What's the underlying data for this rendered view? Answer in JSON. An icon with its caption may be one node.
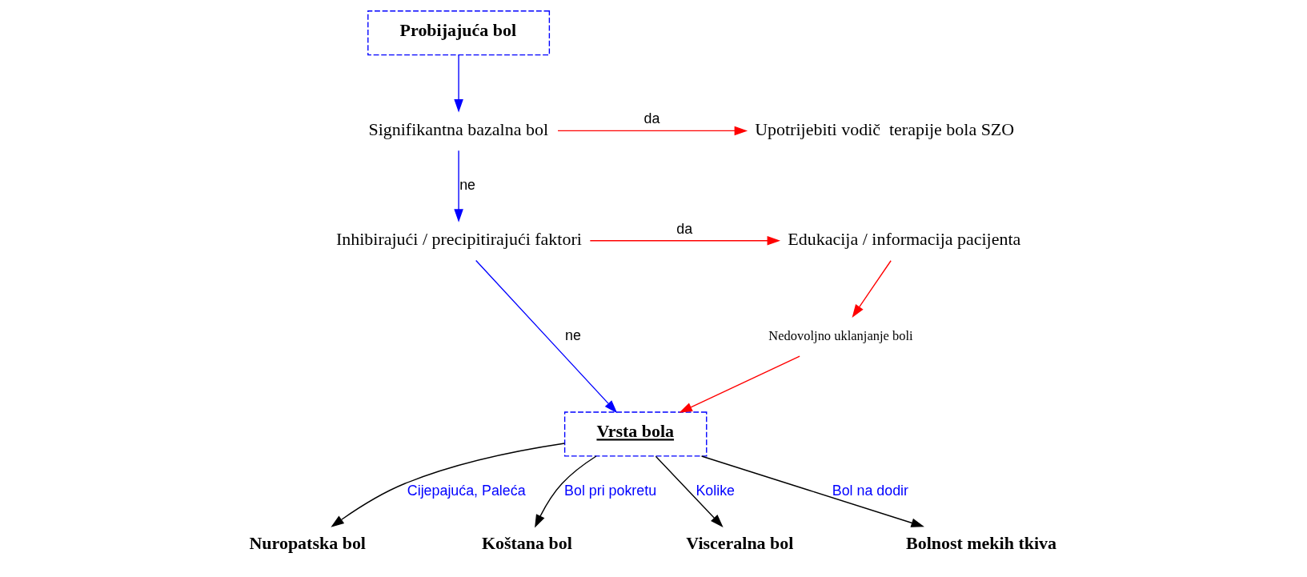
{
  "diagram": {
    "nodes": [
      {
        "text": [
          "Probijajuća bol"
        ]
      },
      {
        "text": [
          "Signifikantna bazalna bol"
        ]
      },
      {
        "text": [
          "Upotrijebiti vodič  terapije bola SZO"
        ]
      },
      {
        "text": [
          "Inhibirajući / precipitirajući faktori"
        ]
      },
      {
        "text": [
          "Edukacija / informacija pacijenta"
        ]
      },
      {
        "text": [
          "Nedovoljno uklanjanje boli"
        ]
      },
      {
        "text": [
          "Vrsta bola"
        ]
      },
      {
        "text": [
          "Nuropatska bol"
        ]
      },
      {
        "text": [
          "Koštana bol"
        ]
      },
      {
        "text": [
          "Visceralna bol"
        ]
      },
      {
        "text": [
          "Bolnost mekih tkiva"
        ]
      }
    ],
    "edges": [
      {
        "from": 0,
        "to": 1,
        "arrow": "to",
        "color": "#0000ff"
      },
      {
        "from": 1,
        "to": 2,
        "arrow": "to",
        "label": "da",
        "color": "#ff0000"
      },
      {
        "from": 1,
        "to": 3,
        "arrow": "to",
        "label": "ne",
        "color": "#0000ff"
      },
      {
        "from": 3,
        "to": 4,
        "arrow": "to",
        "label": "da",
        "color": "#ff0000"
      },
      {
        "from": 4,
        "to": 5,
        "arrow": "to",
        "color": "#ff0000"
      },
      {
        "from": 5,
        "to": 6,
        "arrow": "to",
        "color": "#ff0000"
      },
      {
        "from": 3,
        "to": 6,
        "arrow": "to",
        "label": "ne",
        "color": "#0000ff"
      },
      {
        "from": 6,
        "to": 7,
        "arrow": "to",
        "label": "Cijepajuća, Paleća",
        "color": "#000000"
      },
      {
        "from": 6,
        "to": 8,
        "arrow": "to",
        "label": "Bol pri pokretu",
        "color": "#000000"
      },
      {
        "from": 6,
        "to": 9,
        "arrow": "to",
        "label": "Kolike",
        "color": "#000000"
      },
      {
        "from": 6,
        "to": 10,
        "arrow": "to",
        "label": "Bol na dodir",
        "color": "#000000"
      }
    ]
  }
}
